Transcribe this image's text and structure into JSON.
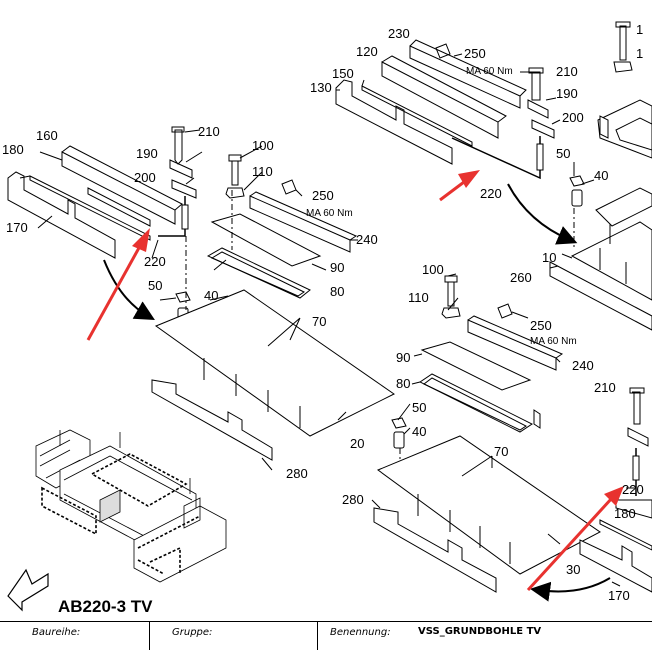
{
  "diagram": {
    "labels": {
      "l230": "230",
      "l120": "120",
      "l250a": "250",
      "torqueA": "MA 60 Nm",
      "l210a": "210",
      "l150": "150",
      "l130": "130",
      "l190a": "190",
      "l200a": "200",
      "l50a": "50",
      "l40a": "40",
      "l220a": "220",
      "l10": "10",
      "l260": "260",
      "l160": "160",
      "l210b": "210",
      "l180a": "180",
      "l100a": "100",
      "l190b": "190",
      "l110a": "110",
      "l200b": "200",
      "l250b": "250",
      "torqueB": "MA 60 Nm",
      "l170a": "170",
      "l240a": "240",
      "l220b": "220",
      "l90a": "90",
      "l50b": "50",
      "l40b": "40",
      "l80a": "80",
      "l70a": "70",
      "l20": "20",
      "l280a": "280",
      "l100b": "100",
      "l110b": "110",
      "l250c": "250",
      "torqueC": "MA 60 Nm",
      "l90b": "90",
      "l240b": "240",
      "l80b": "80",
      "l210c": "210",
      "l50c": "50",
      "l40c": "40",
      "l70b": "70",
      "l220c": "220",
      "l180b": "180",
      "l280b": "280",
      "l30": "30",
      "l170b": "170",
      "l1a": "1",
      "l1b": "1"
    },
    "model": "AB220-3 TV",
    "accent_color": "#e8322f"
  },
  "footer": {
    "baureihe_label": "Baureihe:",
    "gruppe_label": "Gruppe:",
    "benennung_label": "Benennung:",
    "benennung_value": "VSS_GRUNDBOHLE TV"
  }
}
